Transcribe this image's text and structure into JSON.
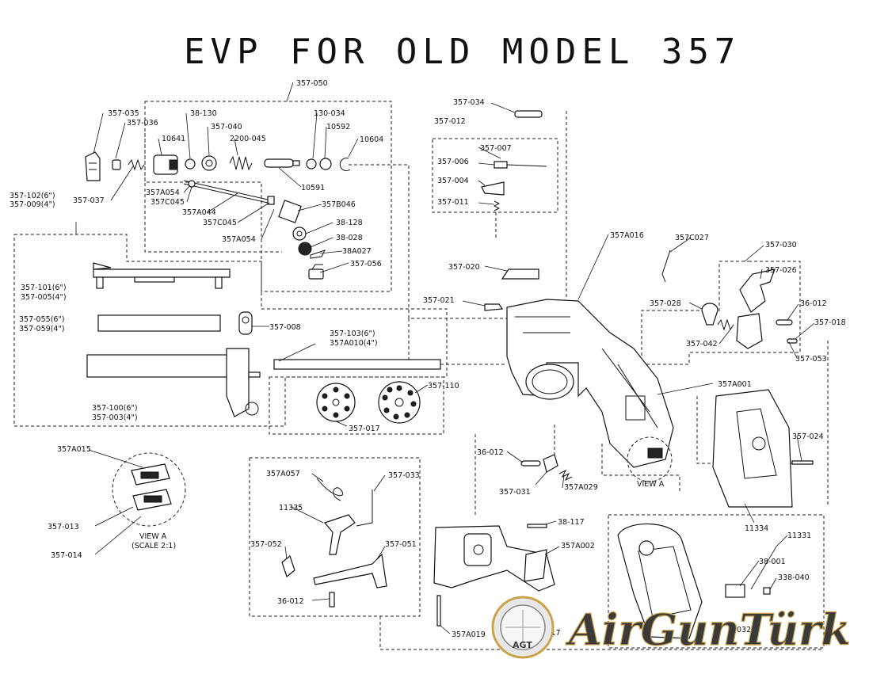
{
  "title": "EVP FOR OLD MODEL 357",
  "labels": {
    "p357_050": "357-050",
    "p357_035": "357-035",
    "p357_036": "357-036",
    "p38_130": "38-130",
    "p357_040": "357-040",
    "p130_034": "130-034",
    "p10641": "10641",
    "p2200_045": "2200-045",
    "p10592": "10592",
    "p10604": "10604",
    "p10591": "10591",
    "p357_037": "357-037",
    "p357A054a": "357A054",
    "p357C045a": "357C045",
    "p357A044": "357A044",
    "p357C045b": "357C045",
    "p357A054b": "357A054",
    "p357B046": "357B046",
    "p38_128": "38-128",
    "p38_028": "38-028",
    "p38A027": "38A027",
    "p357_056": "357-056",
    "p357_102": "357-102(6\")",
    "p357_009": "357-009(4\")",
    "p357_101": "357-101(6\")",
    "p357_005": "357-005(4\")",
    "p357_055": "357-055(6\")",
    "p357_059": "357-059(4\")",
    "p357_008": "357-008",
    "p357_103": "357-103(6\")",
    "p357A010": "357A010(4\")",
    "p357_100": "357-100(6\")",
    "p357_003": "357-003(4\")",
    "p357_110": "357-110",
    "p357_017": "357-017",
    "p357_034": "357-034",
    "p357_012": "357-012",
    "p357_007": "357-007",
    "p357_006": "357-006",
    "p357_004": "357-004",
    "p357_011": "357-011",
    "p357_020": "357-020",
    "p357_021": "357-021",
    "p357A016": "357A016",
    "p357C027": "357C027",
    "p357_030": "357-030",
    "p357_026": "357-026",
    "p357_028": "357-028",
    "p36_012a": "36-012",
    "p357_018": "357-018",
    "p357_042": "357-042",
    "p357_053": "357-053",
    "p357A001": "357A001",
    "p357_024": "357-024",
    "p11334": "11334",
    "view_a_label": "VIEW A",
    "p36_012b": "36-012",
    "p357_031": "357-031",
    "p357A029": "357A029",
    "p357A015": "357A015",
    "p357_013": "357-013",
    "p357_014": "357-014",
    "view_a_caption": "VIEW A",
    "view_a_scale": "(SCALE 2:1)",
    "p357A057": "357A057",
    "p357_033": "357-033",
    "p11335": "11335",
    "p357_052": "357-052",
    "p357_051": "357-051",
    "p36_012c": "36-012",
    "p38_117": "38-117",
    "p357A002": "357A002",
    "p357A019": "357A019",
    "p8_17": "8-17",
    "p11331": "11331",
    "p38_001": "38-001",
    "p338_040": "338-040",
    "p032": "032"
  },
  "watermark": {
    "badge_text": "AGT",
    "brand_text": "AirGunTürk",
    "gold": "#c9a24a",
    "dark": "#3a3a3a"
  }
}
